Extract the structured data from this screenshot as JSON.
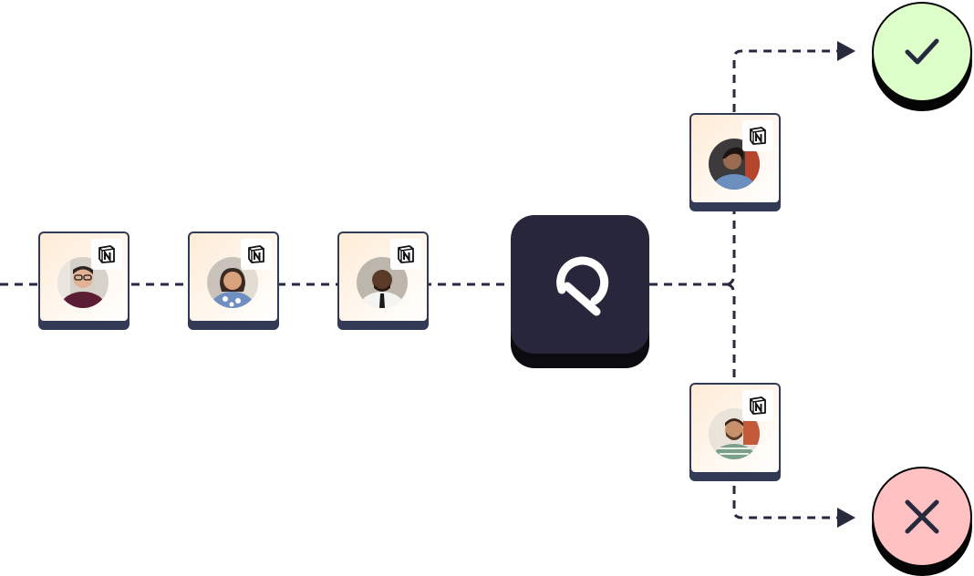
{
  "colors": {
    "connector": "#272a3f",
    "card_border": "#333a55",
    "hub": "#28263b",
    "success": "#ddffc9",
    "failure": "#ffc1c1",
    "icon_stroke": "#272a3f"
  },
  "pipeline": {
    "cards": [
      {
        "id": "person-1",
        "badge_icon": "notion-icon"
      },
      {
        "id": "person-2",
        "badge_icon": "notion-icon"
      },
      {
        "id": "person-3",
        "badge_icon": "notion-icon"
      }
    ],
    "hub": {
      "icon": "app-logo-icon"
    },
    "branches": [
      {
        "id": "person-4",
        "badge_icon": "notion-icon",
        "outcome": "approved"
      },
      {
        "id": "person-5",
        "badge_icon": "notion-icon",
        "outcome": "rejected"
      }
    ],
    "outcomes": [
      {
        "id": "approved",
        "icon": "check-icon"
      },
      {
        "id": "rejected",
        "icon": "x-icon"
      }
    ]
  }
}
